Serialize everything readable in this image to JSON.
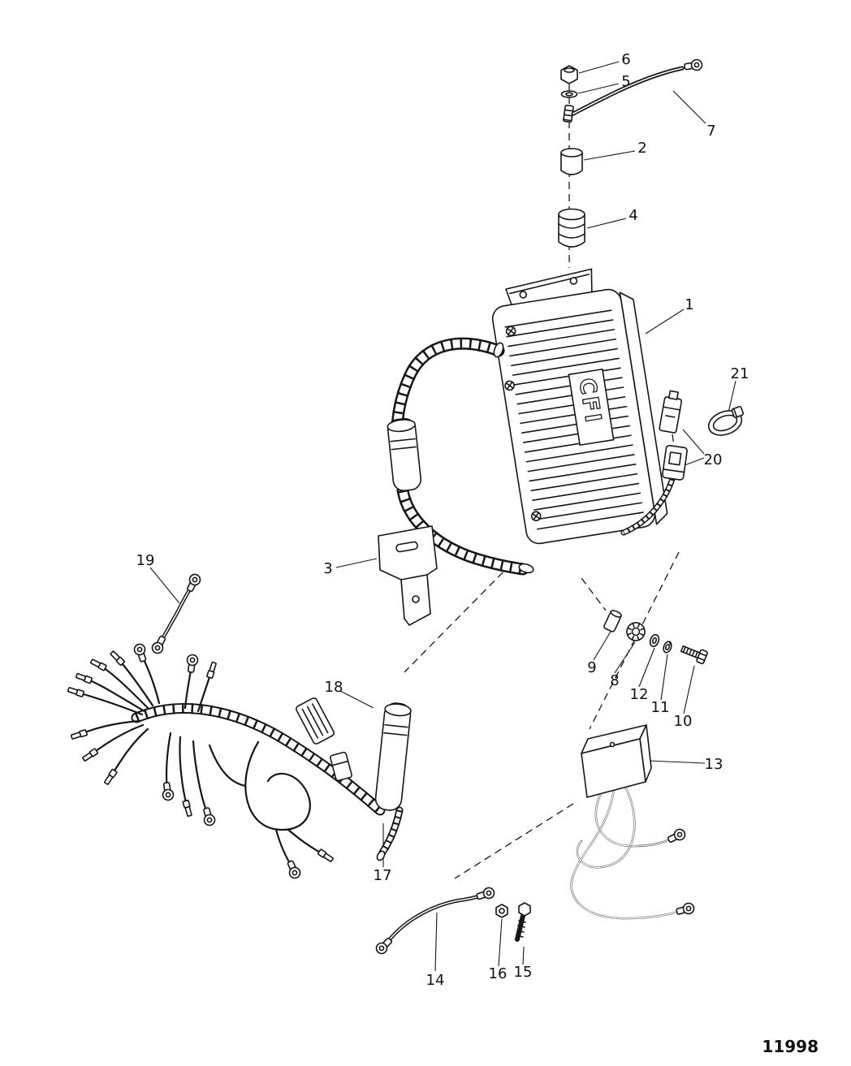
{
  "figure_number": "11998",
  "ecu_logo": "CFI",
  "callouts": {
    "c1": "1",
    "c2": "2",
    "c3": "3",
    "c4": "4",
    "c5": "5",
    "c6": "6",
    "c7": "7",
    "c8": "8",
    "c9": "9",
    "c10": "10",
    "c11": "11",
    "c12": "12",
    "c13": "13",
    "c14": "14",
    "c15": "15",
    "c16": "16",
    "c17": "17",
    "c18": "18",
    "c19": "19",
    "c20": "20",
    "c21": "21"
  }
}
